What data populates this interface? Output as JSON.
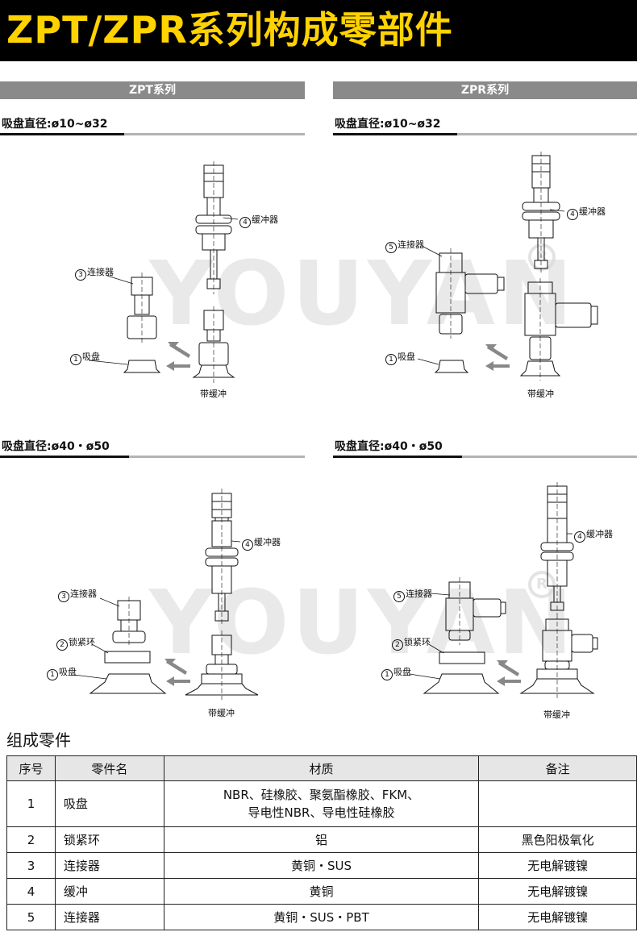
{
  "header": {
    "title": "ZPT/ZPR系列构成零部件"
  },
  "series": [
    {
      "label": "ZPT系列"
    },
    {
      "label": "ZPR系列"
    }
  ],
  "subtitles": {
    "small": "吸盘直径:ø10~ø32",
    "large": "吸盘直径:ø40・ø50"
  },
  "part_labels": {
    "buffer": "缓冲器",
    "connector": "连接器",
    "pad": "吸盘",
    "lock_ring": "锁紧环"
  },
  "part_numbers": {
    "n1": "1",
    "n2": "2",
    "n3": "3",
    "n4": "4",
    "n5": "5"
  },
  "caption": "带缓冲",
  "watermark": {
    "text": "YOUYAN",
    "mark": "R"
  },
  "parts_table": {
    "title": "组成零件",
    "headers": [
      "序号",
      "零件名",
      "材质",
      "备注"
    ],
    "rows": [
      {
        "no": "1",
        "name": "吸盘",
        "material_1": "NBR、硅橡胶、聚氨酯橡胶、FKM、",
        "material_2": "导电性NBR、导电性硅橡胶",
        "note": ""
      },
      {
        "no": "2",
        "name": "锁紧环",
        "material": "铝",
        "note": "黑色阳极氧化"
      },
      {
        "no": "3",
        "name": "连接器",
        "material": "黄铜・SUS",
        "note": "无电解镀镍"
      },
      {
        "no": "4",
        "name": "缓冲",
        "material": "黄铜",
        "note": "无电解镀镍"
      },
      {
        "no": "5",
        "name": "连接器",
        "material": "黄铜・SUS・PBT",
        "note": "无电解镀镍"
      }
    ]
  },
  "colors": {
    "banner_bg": "#000000",
    "banner_text": "#ffd200",
    "series_bar": "#8a8a8a",
    "header_row": "#e6e6e6"
  }
}
